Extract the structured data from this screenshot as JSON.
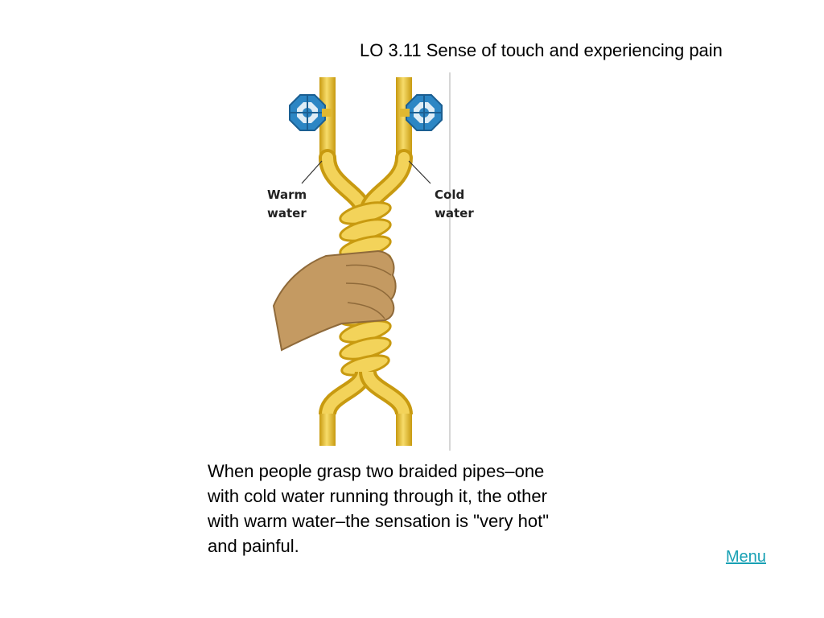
{
  "slide": {
    "title": "LO 3.11 Sense of touch and experiencing pain",
    "caption": "When people grasp two braided pipes–one with cold water running through it, the other with warm water–the sensation is \"very hot\" and painful.",
    "menu_label": "Menu"
  },
  "figure": {
    "warm_label_line1": "Warm",
    "warm_label_line2": "water",
    "cold_label_line1": "Cold",
    "cold_label_line2": "water",
    "icons": [
      "valve-icon",
      "hand-icon"
    ],
    "colors": {
      "pipe": "#e8c440",
      "pipe_dark": "#c89a10",
      "valve": "#2c86c4",
      "hand": "#c49a62",
      "divider": "#c8c8c8"
    }
  }
}
